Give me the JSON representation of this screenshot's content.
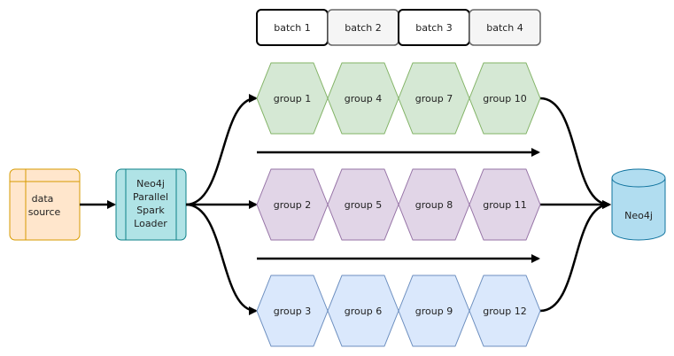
{
  "batches": [
    {
      "label": "batch 1",
      "highlighted": true
    },
    {
      "label": "batch 2",
      "highlighted": false
    },
    {
      "label": "batch 3",
      "highlighted": true
    },
    {
      "label": "batch 4",
      "highlighted": false
    }
  ],
  "source": {
    "line1": "data",
    "line2": "source"
  },
  "loader": {
    "line1": "Neo4j",
    "line2": "Parallel",
    "line3": "Spark",
    "line4": "Loader"
  },
  "rows": [
    {
      "color": "green",
      "groups": [
        "group 1",
        "group 4",
        "group 7",
        "group 10"
      ]
    },
    {
      "color": "purple",
      "groups": [
        "group 2",
        "group 5",
        "group 8",
        "group 11"
      ]
    },
    {
      "color": "blue",
      "groups": [
        "group 3",
        "group 6",
        "group 9",
        "group 12"
      ]
    }
  ],
  "target": {
    "label": "Neo4j"
  },
  "colors": {
    "green_fill": "#d5e8d4",
    "green_stroke": "#82b366",
    "purple_fill": "#e1d5e7",
    "purple_stroke": "#9673a6",
    "blue_fill": "#dae8fc",
    "blue_stroke": "#6c8ebf",
    "source_fill": "#ffe6cc",
    "source_stroke": "#d79b00",
    "loader_fill": "#b0e3e6",
    "loader_stroke": "#0e8088",
    "db_fill": "#b1ddf0",
    "db_stroke": "#10739e"
  }
}
